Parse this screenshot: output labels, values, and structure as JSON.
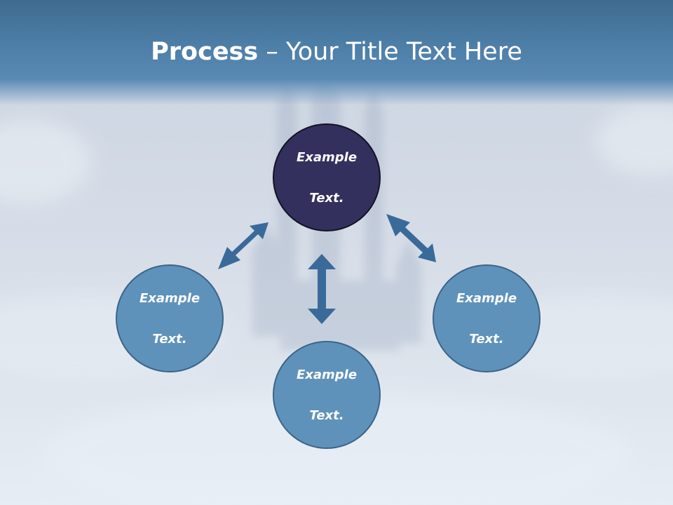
{
  "title": {
    "bold": "Process",
    "rest": " – Your Title Text Here"
  },
  "nodes": {
    "top": {
      "line1": "Example",
      "line2": "Text."
    },
    "left": {
      "line1": "Example",
      "line2": "Text."
    },
    "right": {
      "line1": "Example",
      "line2": "Text."
    },
    "bottom": {
      "line1": "Example",
      "line2": "Text."
    }
  },
  "colors": {
    "title_bar": "#4d7fa8",
    "node_dark": "#33305e",
    "node_light": "#5f92bb",
    "arrow": "#3a6a9a"
  }
}
